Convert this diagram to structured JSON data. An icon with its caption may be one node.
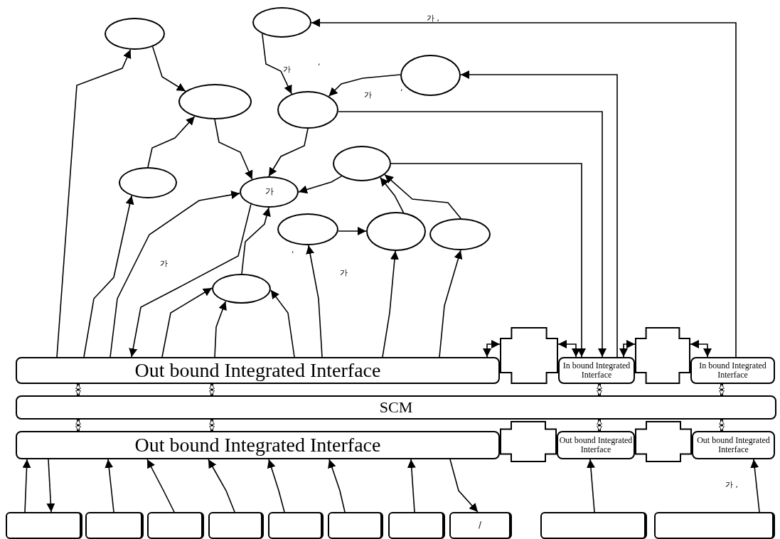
{
  "diagram": {
    "nodes": [
      {
        "text": [
          "Out bound Integrated Interface"
        ]
      },
      {
        "text": [
          "SCM"
        ]
      },
      {
        "text": [
          "Out bound Integrated Interface"
        ]
      },
      {
        "text": [
          "In bound Integrated Interface"
        ]
      },
      {
        "text": [
          "In bound Integrated Interface"
        ]
      },
      {
        "text": [
          "Out bound Integrated Interface"
        ]
      },
      {
        "text": [
          "Out bound Integrated Interface"
        ]
      },
      {
        "text": [],
        "shape": "cross"
      },
      {
        "text": [],
        "shape": "cross"
      },
      {
        "text": [],
        "shape": "cross"
      },
      {
        "text": [],
        "shape": "cross"
      },
      {
        "text": [],
        "shape": "ellipse"
      },
      {
        "text": [],
        "shape": "ellipse"
      },
      {
        "text": [],
        "shape": "ellipse"
      },
      {
        "text": [],
        "shape": "ellipse"
      },
      {
        "text": [],
        "shape": "ellipse"
      },
      {
        "text": [],
        "shape": "ellipse"
      },
      {
        "text": [],
        "shape": "ellipse"
      },
      {
        "text": [
          "가"
        ]
      },
      {
        "text": [],
        "shape": "ellipse"
      },
      {
        "text": [],
        "shape": "ellipse"
      },
      {
        "text": [],
        "shape": "ellipse"
      },
      {
        "text": [],
        "shape": "ellipse"
      },
      {
        "text": [],
        "shape": "box"
      },
      {
        "text": [],
        "shape": "box"
      },
      {
        "text": [],
        "shape": "box"
      },
      {
        "text": [],
        "shape": "box"
      },
      {
        "text": [],
        "shape": "box"
      },
      {
        "text": [],
        "shape": "box"
      },
      {
        "text": [],
        "shape": "box"
      },
      {
        "text": [
          "/"
        ]
      },
      {
        "text": [],
        "shape": "box"
      },
      {
        "text": [],
        "shape": "box"
      }
    ],
    "edges": [
      {
        "from": 0,
        "to": 11,
        "arrow": "to"
      },
      {
        "from": 11,
        "to": 14,
        "arrow": "to"
      },
      {
        "from": 17,
        "to": 14,
        "arrow": "to"
      },
      {
        "from": 0,
        "to": 17,
        "arrow": "to"
      },
      {
        "from": 14,
        "to": 18,
        "arrow": "to"
      },
      {
        "from": 15,
        "to": 18,
        "arrow": "to"
      },
      {
        "from": 12,
        "to": 15,
        "arrow": "to"
      },
      {
        "from": 13,
        "to": 15,
        "arrow": "to"
      },
      {
        "from": 16,
        "to": 18,
        "arrow": "to"
      },
      {
        "from": 0,
        "to": 18,
        "arrow": "to"
      },
      {
        "from": 18,
        "to": 0,
        "arrow": "to"
      },
      {
        "from": 0,
        "to": 22,
        "arrow": "to"
      },
      {
        "from": 0,
        "to": 22,
        "arrow": "to"
      },
      {
        "from": 0,
        "to": 22,
        "arrow": "to"
      },
      {
        "from": 22,
        "to": 18,
        "arrow": "to"
      },
      {
        "from": 0,
        "to": 19,
        "arrow": "to"
      },
      {
        "from": 19,
        "to": 20,
        "arrow": "to"
      },
      {
        "from": 0,
        "to": 20,
        "arrow": "to"
      },
      {
        "from": 0,
        "to": 21,
        "arrow": "to"
      },
      {
        "from": 20,
        "to": 16,
        "arrow": "to"
      },
      {
        "from": 21,
        "to": 16,
        "arrow": "to"
      },
      {
        "from": 16,
        "to": 3,
        "arrow": "to"
      },
      {
        "from": 15,
        "to": 3,
        "arrow": "to"
      },
      {
        "from": 3,
        "to": 13,
        "arrow": "to"
      },
      {
        "from": 4,
        "to": 12,
        "arrow": "to"
      },
      {
        "from": 0,
        "to": 7,
        "arrow": "both"
      },
      {
        "from": 7,
        "to": 3,
        "arrow": "both"
      },
      {
        "from": 3,
        "to": 8,
        "arrow": "both"
      },
      {
        "from": 8,
        "to": 4,
        "arrow": "both"
      },
      {
        "from": 0,
        "to": 1,
        "arrow": "both",
        "style": "thick"
      },
      {
        "from": 0,
        "to": 1,
        "arrow": "both",
        "style": "thick"
      },
      {
        "from": 1,
        "to": 2,
        "arrow": "both",
        "style": "thick"
      },
      {
        "from": 1,
        "to": 2,
        "arrow": "both",
        "style": "thick"
      },
      {
        "from": 3,
        "to": 1,
        "arrow": "both",
        "style": "thick"
      },
      {
        "from": 1,
        "to": 5,
        "arrow": "both",
        "style": "thick"
      },
      {
        "from": 4,
        "to": 1,
        "arrow": "both",
        "style": "thick"
      },
      {
        "from": 1,
        "to": 6,
        "arrow": "both",
        "style": "thick"
      },
      {
        "from": 23,
        "to": 2,
        "arrow": "to"
      },
      {
        "from": 2,
        "to": 23,
        "arrow": "to"
      },
      {
        "from": 24,
        "to": 2,
        "arrow": "to"
      },
      {
        "from": 25,
        "to": 2,
        "arrow": "to"
      },
      {
        "from": 26,
        "to": 2,
        "arrow": "to"
      },
      {
        "from": 27,
        "to": 2,
        "arrow": "to"
      },
      {
        "from": 28,
        "to": 2,
        "arrow": "to"
      },
      {
        "from": 29,
        "to": 2,
        "arrow": "to"
      },
      {
        "from": 2,
        "to": 30,
        "arrow": "to"
      },
      {
        "from": 31,
        "to": 5,
        "arrow": "to"
      },
      {
        "from": 32,
        "to": 6,
        "arrow": "to"
      }
    ],
    "labels": [
      "가 ,",
      "가",
      ",",
      "가",
      ",",
      "가",
      ",",
      "가",
      "가 ,"
    ]
  }
}
